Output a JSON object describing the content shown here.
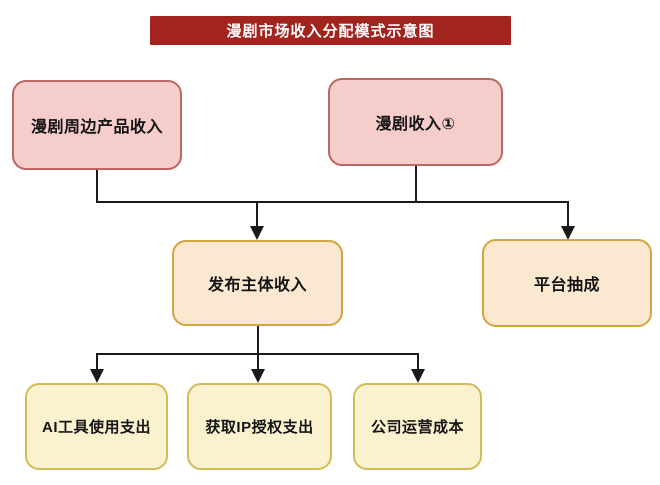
{
  "title": {
    "label": "漫剧市场收入分配模式示意图"
  },
  "nodes": {
    "merch_income": {
      "label": "漫剧周边产品收入"
    },
    "drama_income": {
      "label": "漫剧收入①"
    },
    "publisher_income": {
      "label": "发布主体收入"
    },
    "platform_cut": {
      "label": "平台抽成"
    },
    "ai_tool_expense": {
      "label": "AI工具使用支出"
    },
    "ip_license_expense": {
      "label": "获取IP授权支出"
    },
    "company_operating_cost": {
      "label": "公司运营成本"
    }
  },
  "edges": [
    {
      "from": "漫剧周边产品收入",
      "to": "发布主体收入"
    },
    {
      "from": "漫剧收入①",
      "to": "发布主体收入"
    },
    {
      "from": "漫剧收入①",
      "to": "平台抽成"
    },
    {
      "from": "发布主体收入",
      "to": "AI工具使用支出"
    },
    {
      "from": "发布主体收入",
      "to": "获取IP授权支出"
    },
    {
      "from": "发布主体收入",
      "to": "公司运营成本"
    }
  ],
  "colors": {
    "banner_bg": "#A1241F",
    "banner_text": "#FFFFFF",
    "pink_fill": "#F5CDCB",
    "pink_border": "#BC6762",
    "orange_fill": "#FAE8D1",
    "orange_border": "#D4A440",
    "yellow_fill": "#FAF1CF",
    "yellow_border": "#D2BC5A",
    "connector_line": "#1A1A1A"
  }
}
